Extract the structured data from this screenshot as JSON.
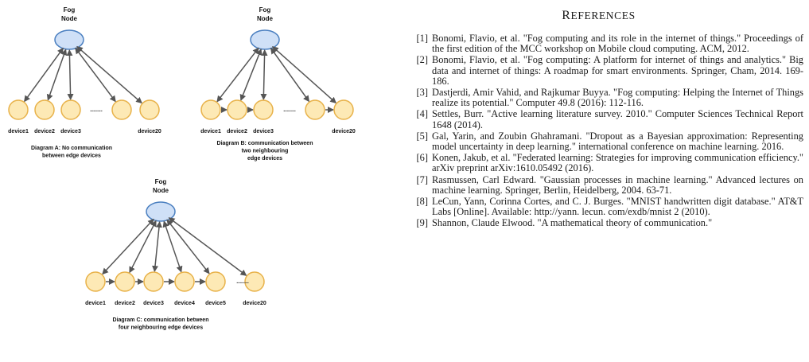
{
  "diagrams": {
    "node_label_line1": "Fog",
    "node_label_line2": "Node",
    "ellipsis": "........",
    "a": {
      "devices": [
        "device1",
        "device2",
        "device3",
        "device20"
      ],
      "caption": [
        "Diagram A: No communication",
        "between edge devices"
      ]
    },
    "b": {
      "devices": [
        "device1",
        "device2",
        "device3",
        "device20"
      ],
      "caption": [
        "Diagram B: communication between",
        "two neighbouring",
        "edge devices"
      ]
    },
    "c": {
      "devices": [
        "device1",
        "device2",
        "device3",
        "device4",
        "device5",
        "device20"
      ],
      "caption": [
        "Diagram C: communication between",
        "four neighbouring edge devices"
      ]
    },
    "colors": {
      "fog_fill": "#cfe0f7",
      "fog_stroke": "#4a7fc0",
      "device_fill": "#fde9b5",
      "device_stroke": "#e8b24a",
      "arrow": "#555555"
    }
  },
  "references": {
    "title_cap": "R",
    "title_rest": "EFERENCES",
    "items": [
      {
        "num": "[1]",
        "text": "Bonomi, Flavio, et al. \"Fog computing and its role in the internet of things.\" Proceedings of the first edition of the MCC workshop on Mobile cloud computing. ACM, 2012."
      },
      {
        "num": "[2]",
        "text": "Bonomi, Flavio, et al. \"Fog computing: A platform for internet of things and analytics.\" Big data and internet of things: A roadmap for smart environments. Springer, Cham, 2014. 169-186."
      },
      {
        "num": "[3]",
        "text": "Dastjerdi, Amir Vahid, and Rajkumar Buyya. \"Fog computing: Helping the Internet of Things realize its potential.\" Computer 49.8 (2016): 112-116."
      },
      {
        "num": "[4]",
        "text": "Settles, Burr. \"Active learning literature survey. 2010.\" Computer Sciences Technical Report 1648 (2014)."
      },
      {
        "num": "[5]",
        "text": "Gal, Yarin, and Zoubin Ghahramani. \"Dropout as a Bayesian approximation: Representing model uncertainty in deep learning.\" international conference on machine learning. 2016."
      },
      {
        "num": "[6]",
        "text": "Konen, Jakub, et al. \"Federated learning: Strategies for improving communication efficiency.\" arXiv preprint arXiv:1610.05492 (2016)."
      },
      {
        "num": "[7]",
        "text": "Rasmussen, Carl Edward. \"Gaussian processes in machine learning.\" Advanced lectures on machine learning. Springer, Berlin, Heidelberg, 2004. 63-71."
      },
      {
        "num": "[8]",
        "text": "LeCun, Yann, Corinna Cortes, and C. J. Burges. \"MNIST handwritten digit database.\" AT&T Labs [Online]. Available: http://yann. lecun. com/exdb/mnist 2 (2010)."
      },
      {
        "num": "[9]",
        "text": "Shannon, Claude Elwood. \"A mathematical theory of communication.\""
      }
    ]
  }
}
